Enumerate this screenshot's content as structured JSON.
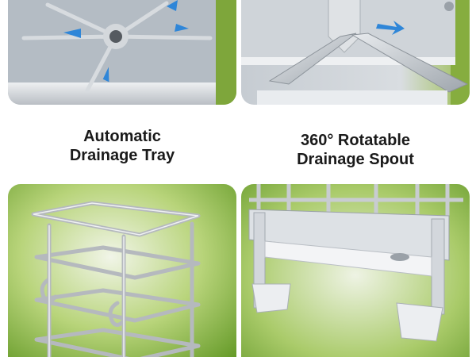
{
  "features": [
    {
      "line1": "Automatic",
      "line2": "Drainage Tray",
      "image_name": "drainage-tray-photo"
    },
    {
      "line1": "360° Rotatable",
      "line2": "Drainage Spout",
      "image_name": "rotatable-spout-photo"
    }
  ],
  "colors": {
    "accent_green": "#6a9e2a",
    "arrow_blue": "#2f86d8",
    "steel": "#c9ccd0",
    "text": "#1a1a1a"
  },
  "icons": [
    "arrow-icon"
  ]
}
